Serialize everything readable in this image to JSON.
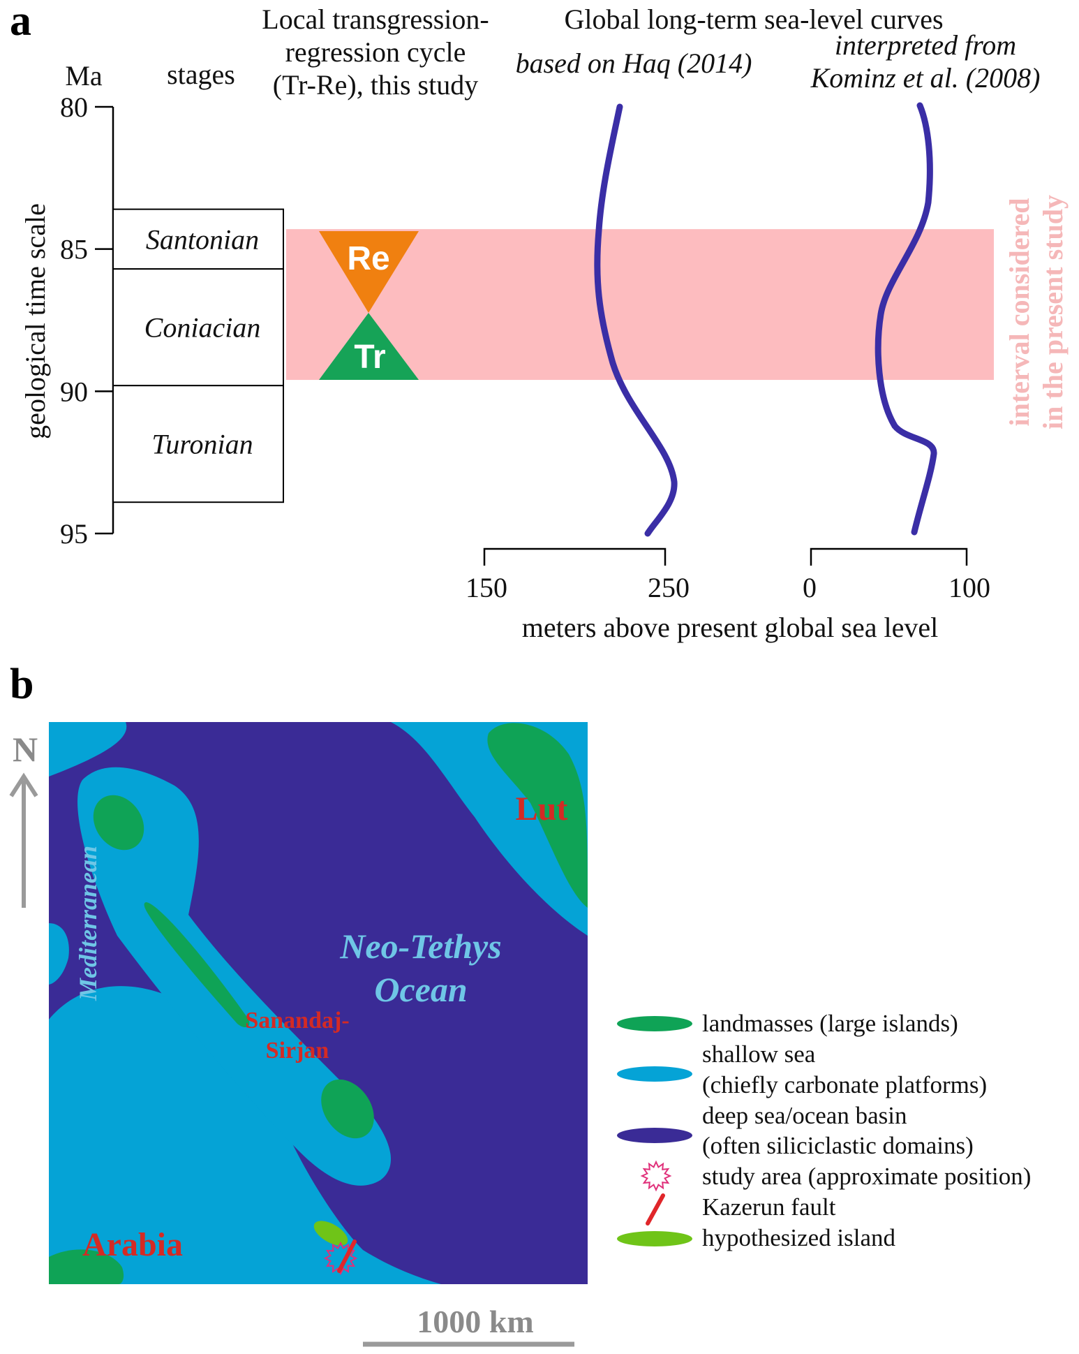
{
  "panel_a": {
    "letter": "a",
    "headers": {
      "ma": "Ma",
      "stages": "stages",
      "local_line1": "Local transgression-",
      "local_line2": "regression cycle",
      "local_line3": "(Tr-Re), this study",
      "global": "Global long-term sea-level curves",
      "haq": "based on Haq (2014)",
      "kominz_line1": "interpreted from",
      "kominz_line2": "Kominz et al. (2008)"
    },
    "time_axis": {
      "label": "geological time scale",
      "ticks": [
        "80",
        "85",
        "90",
        "95"
      ],
      "range_ma": [
        80,
        95
      ]
    },
    "stages": [
      {
        "name": "Santonian",
        "top_ma": 83.6,
        "base_ma": 85.7
      },
      {
        "name": "Coniacian",
        "top_ma": 85.7,
        "base_ma": 89.8
      },
      {
        "name": "Turonian",
        "top_ma": 89.8,
        "base_ma": 93.9
      }
    ],
    "interval": {
      "top_ma": 84.3,
      "base_ma": 89.6,
      "label_line1": "interval considered",
      "label_line2": "in the present study",
      "color": "#fdbcbf"
    },
    "cycle": {
      "re_label": "Re",
      "tr_label": "Tr",
      "re_color": "#f08010",
      "tr_color": "#16a357"
    },
    "curve_color": "#3a2ea6",
    "haq_axis": {
      "ticks": [
        "150",
        "250"
      ],
      "range_m": [
        150,
        250
      ]
    },
    "kominz_axis": {
      "ticks": [
        "0",
        "100"
      ],
      "range_m": [
        0,
        100
      ]
    },
    "x_label": "meters above present global sea level"
  },
  "panel_b": {
    "letter": "b",
    "north": "N",
    "labels": {
      "lut": "Lut",
      "mediterranean": "Mediterranean",
      "neo_tethys_line1": "Neo-Tethys",
      "neo_tethys_line2": "Ocean",
      "sanandaj_line1": "Sanandaj-",
      "sanandaj_line2": "Sirjan",
      "arabia": "Arabia"
    },
    "scale_bar": "1000 km",
    "colors": {
      "deep_sea": "#3a2b96",
      "shallow_sea": "#05a3d6",
      "landmass": "#0fa356",
      "hypothesized_island": "#6fc418",
      "fault": "#e0262a",
      "study_area": "#e0307a",
      "label_red": "#d42a24",
      "label_blue": "#6fc6e6"
    },
    "legend": [
      {
        "id": "landmass",
        "lines": [
          "landmasses (large islands)"
        ]
      },
      {
        "id": "shallow",
        "lines": [
          "shallow sea",
          "(chiefly carbonate platforms)"
        ]
      },
      {
        "id": "deep",
        "lines": [
          "deep sea/ocean basin",
          "(often siliciclastic domains)"
        ]
      },
      {
        "id": "study",
        "lines": [
          "study area (approximate position)"
        ]
      },
      {
        "id": "fault",
        "lines": [
          "Kazerun fault"
        ]
      },
      {
        "id": "island",
        "lines": [
          "hypothesized island"
        ]
      }
    ]
  }
}
